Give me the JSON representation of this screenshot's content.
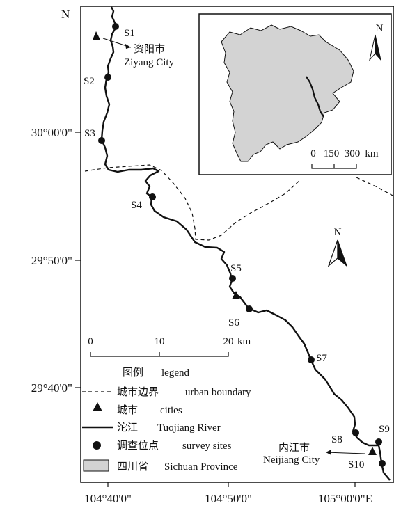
{
  "axes": {
    "north_label": "N",
    "lat_ticks": [
      "30°00'0\"",
      "29°50'0\"",
      "29°40'0\""
    ],
    "lon_ticks": [
      "104°40'0\"",
      "104°50'0\"",
      "105°00'0\"E"
    ]
  },
  "sites": [
    "S1",
    "S2",
    "S3",
    "S4",
    "S5",
    "S6",
    "S7",
    "S8",
    "S9",
    "S10"
  ],
  "cities": {
    "ziyang_cn": "资阳市",
    "ziyang_en": "Ziyang City",
    "neijiang_cn": "内江市",
    "neijiang_en": "Neijiang City"
  },
  "compass_label": "N",
  "inset": {
    "north_label": "N",
    "scale_ticks": [
      "0",
      "150",
      "300"
    ],
    "scale_unit": "km",
    "province_fill": "#d3d3d3"
  },
  "scalebar": {
    "ticks": [
      "0",
      "10",
      "20"
    ],
    "unit": "km"
  },
  "legend": {
    "title_cn": "图例",
    "title_en": "legend",
    "items": [
      {
        "cn": "城市边界",
        "en": "urban boundary"
      },
      {
        "cn": "城市",
        "en": "cities"
      },
      {
        "cn": "沱江",
        "en": "Tuojiang River"
      },
      {
        "cn": "调查位点",
        "en": "survey sites"
      },
      {
        "cn": "四川省",
        "en": "Sichuan Province"
      }
    ]
  }
}
